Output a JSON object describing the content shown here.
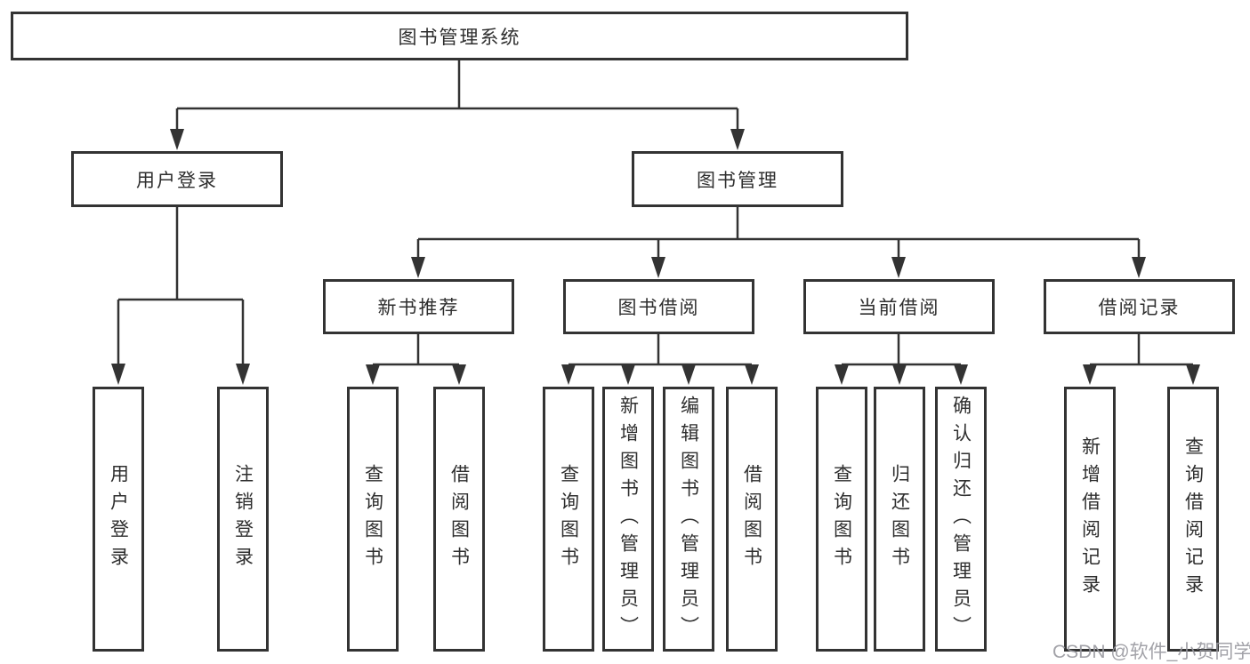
{
  "tree": {
    "root": {
      "label": "图书管理系统",
      "children": [
        {
          "label": "用户登录",
          "children": [
            {
              "label": "用户登录"
            },
            {
              "label": "注销登录"
            }
          ]
        },
        {
          "label": "图书管理",
          "children": [
            {
              "label": "新书推荐",
              "children": [
                {
                  "label": "查询图书"
                },
                {
                  "label": "借阅图书"
                }
              ]
            },
            {
              "label": "图书借阅",
              "children": [
                {
                  "label": "查询图书"
                },
                {
                  "label": "新增图书（管理员）"
                },
                {
                  "label": "编辑图书（管理员）"
                },
                {
                  "label": "借阅图书"
                }
              ]
            },
            {
              "label": "当前借阅",
              "children": [
                {
                  "label": "查询图书"
                },
                {
                  "label": "归还图书"
                },
                {
                  "label": "确认归还（管理员）"
                }
              ]
            },
            {
              "label": "借阅记录",
              "children": [
                {
                  "label": "新增借阅记录"
                },
                {
                  "label": "查询借阅记录"
                }
              ]
            }
          ]
        }
      ]
    }
  },
  "watermark": {
    "text": "CSDN @软件_小贺同学"
  },
  "colors": {
    "line": "#333333",
    "box_border": "#333333",
    "box_fill": "#ffffff",
    "text": "#2e2e2e",
    "watermark": "#98989e",
    "background": "#ffffff"
  }
}
